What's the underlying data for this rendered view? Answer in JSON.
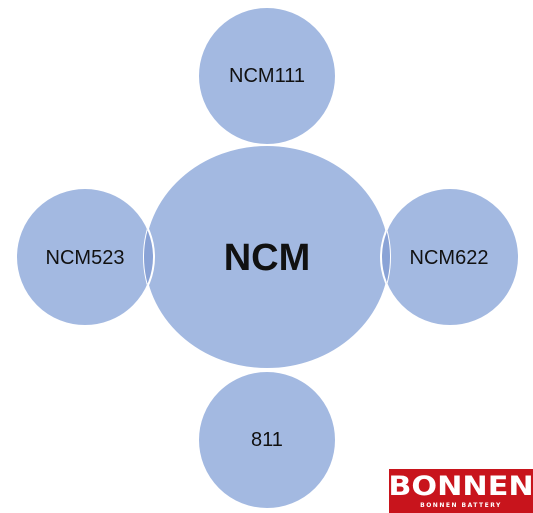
{
  "diagram": {
    "center_label": "NCM",
    "satellites": {
      "top": "NCM111",
      "left": "NCM523",
      "right": "NCM622",
      "bottom": "811"
    },
    "colors": {
      "circle_fill": "#a3b9e1",
      "circle_stroke": "#ffffff",
      "overlap_fill": "#8aa3d6",
      "text": "#111111"
    }
  },
  "logo": {
    "name": "BONNEN",
    "tagline": "BONNEN BATTERY",
    "color": "#c8141c"
  }
}
